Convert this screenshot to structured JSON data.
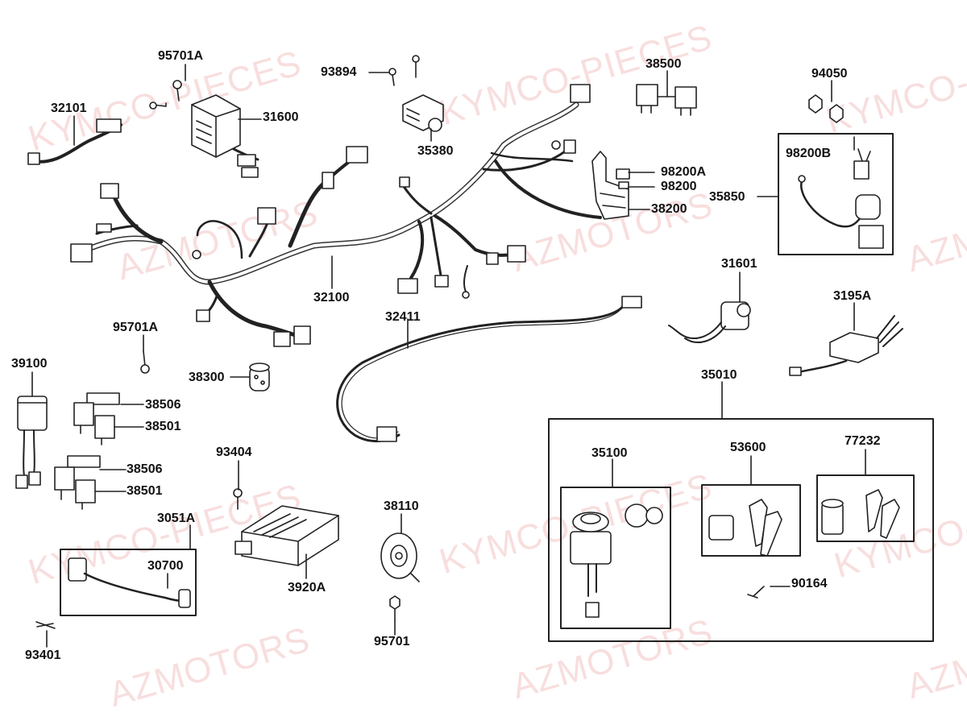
{
  "watermarks": {
    "w1": "KYMCO-PIECES",
    "w2": "KYMCO-PIECES",
    "w3": "KYMCO-PIECES",
    "w4": "KYMCO-PIECES",
    "w5": "KYMCO-PIECES",
    "w6": "KYMCO-PIECES",
    "w7": "AZMOTORS",
    "w8": "AZMOTORS",
    "w9": "AZMOTORS",
    "w10": "AZMOTORS",
    "w11": "AZMOTORS",
    "w12": "AZMOTORS"
  },
  "labels": {
    "l95701A_top": "95701A",
    "l32101": "32101",
    "l31600": "31600",
    "l93894": "93894",
    "l35380": "35380",
    "l38500": "38500",
    "l94050": "94050",
    "l98200B": "98200B",
    "l35850": "35850",
    "l98200A": "98200A",
    "l98200": "98200",
    "l38200": "38200",
    "l32100": "32100",
    "l31601": "31601",
    "l3195A": "3195A",
    "l95701A_mid": "95701A",
    "l32411": "32411",
    "l39100": "39100",
    "l38300": "38300",
    "l35010": "35010",
    "l38506_a": "38506",
    "l38501_a": "38501",
    "l38506_b": "38506",
    "l38501_b": "38501",
    "l93404": "93404",
    "l35100": "35100",
    "l53600": "53600",
    "l77232": "77232",
    "l38110": "38110",
    "l3051A": "3051A",
    "l30700": "30700",
    "l3920A": "3920A",
    "l90164": "90164",
    "l93401": "93401",
    "l95701": "95701"
  }
}
